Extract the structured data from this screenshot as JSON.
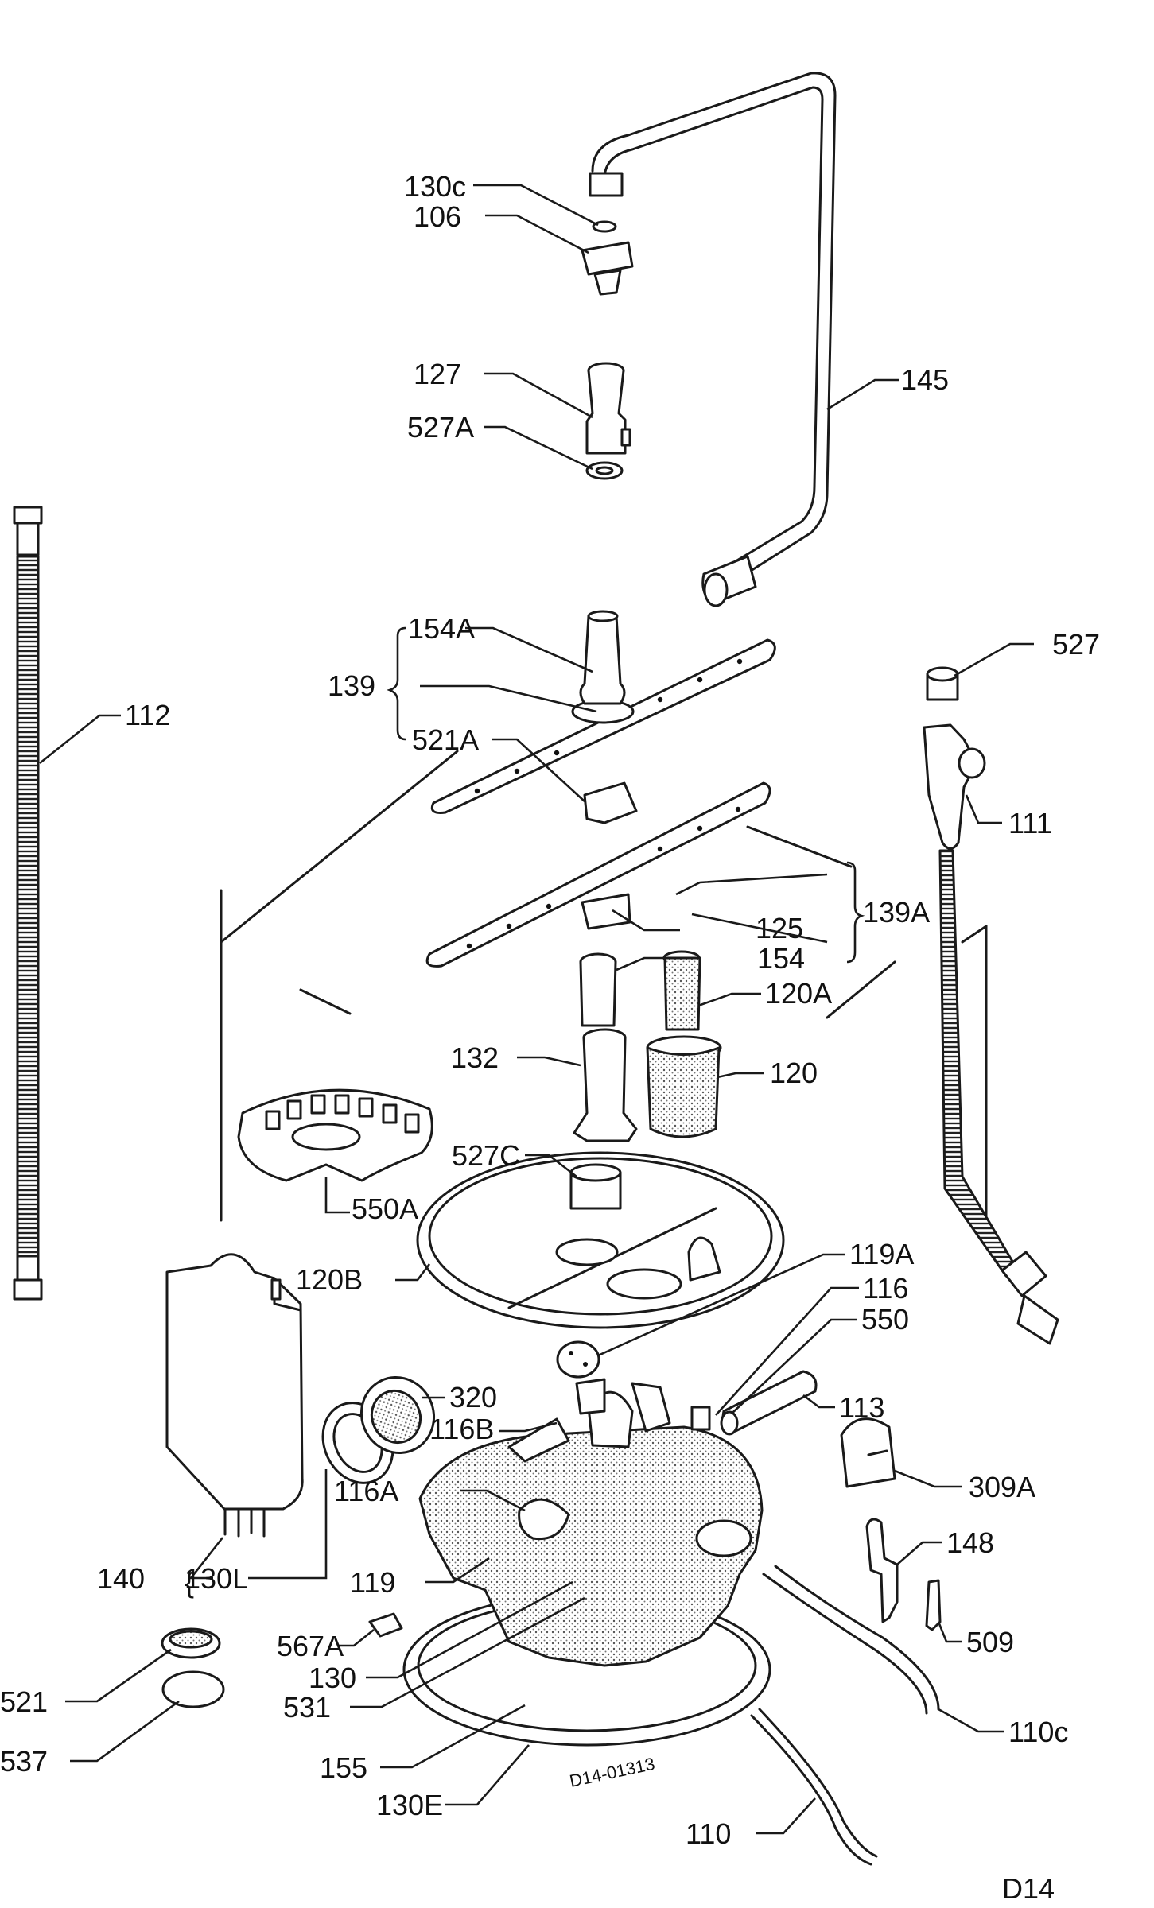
{
  "diagram": {
    "code": "D14",
    "stamp": "D14-01313",
    "labels": {
      "l130c": "130c",
      "l106": "106",
      "l127": "127",
      "l527a": "527A",
      "l145": "145",
      "l112": "112",
      "l154a": "154A",
      "l139": "139",
      "l521a": "521A",
      "l527": "527",
      "l111": "111",
      "l125": "125",
      "l139a": "139A",
      "l154": "154",
      "l120a": "120A",
      "l132": "132",
      "l120": "120",
      "l527c": "527C",
      "l550a": "550A",
      "l120b": "120B",
      "l119a": "119A",
      "l116": "116",
      "l550": "550",
      "l320": "320",
      "l116b": "116B",
      "l113": "113",
      "l309a": "309A",
      "l116a": "116A",
      "l140": "140",
      "l130l": "130L",
      "l119": "119",
      "l148": "148",
      "l567a": "567A",
      "l509": "509",
      "l130": "130",
      "l521": "521",
      "l531": "531",
      "l537": "537",
      "l110c": "110c",
      "l155": "155",
      "l130e": "130E",
      "l110": "110"
    }
  }
}
